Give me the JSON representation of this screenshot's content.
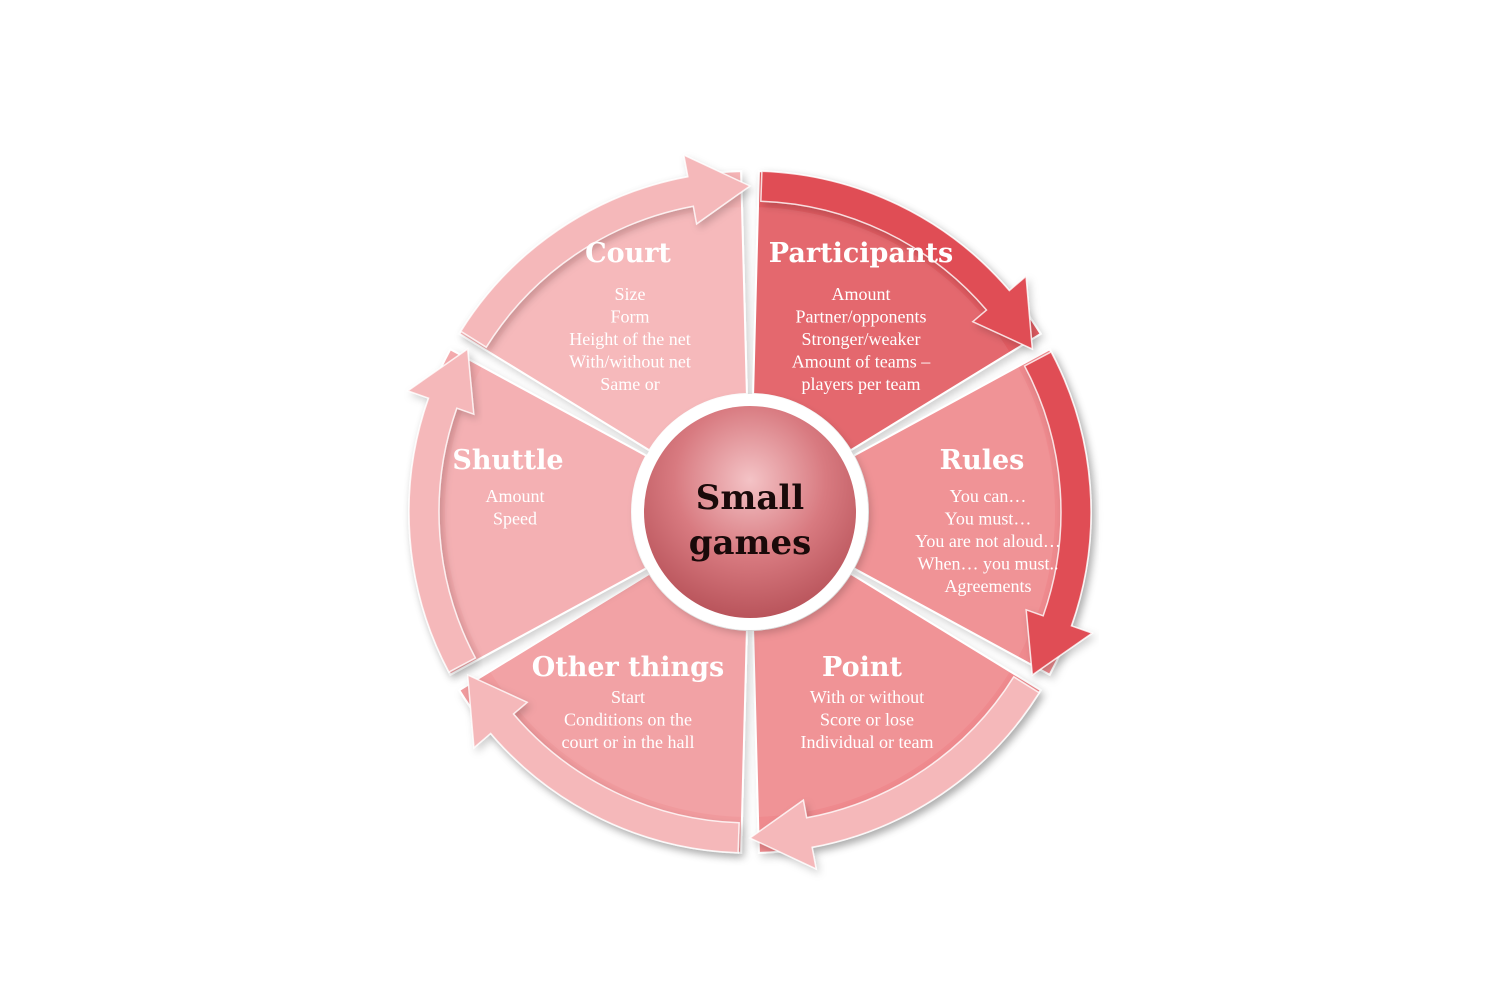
{
  "center": {
    "lines": [
      "Small",
      "games"
    ]
  },
  "segments": [
    {
      "id": "court",
      "title": "Court",
      "lines": [
        "Size",
        "Form",
        "Height of the net",
        "With/without net",
        "Same or"
      ]
    },
    {
      "id": "participants",
      "title": "Participants",
      "lines": [
        "Amount",
        "Partner/opponents",
        "Stronger/weaker",
        "Amount of teams –",
        "players per team"
      ]
    },
    {
      "id": "rules",
      "title": "Rules",
      "lines": [
        "You can…",
        "You must…",
        "You are not aloud…",
        "When… you must..",
        "Agreements"
      ]
    },
    {
      "id": "point",
      "title": "Point",
      "lines": [
        "With or without",
        "Score or lose",
        "Individual or team"
      ]
    },
    {
      "id": "other-things",
      "title": "Other things",
      "lines": [
        "Start",
        "Conditions on the",
        "court or in the hall"
      ]
    },
    {
      "id": "shuttle",
      "title": "Shuttle",
      "lines": [
        "Amount",
        "Speed"
      ]
    }
  ],
  "colors": {
    "court": "#f6b4b6",
    "participants": "#e25c62",
    "rules": "#ef8a8e",
    "point": "#ef8a8e",
    "other-things": "#f19b9e",
    "shuttle": "#f4aaad",
    "center": "#c9686e",
    "arrow_light": "#f5b8ba",
    "arrow_dark": "#e04e55"
  }
}
